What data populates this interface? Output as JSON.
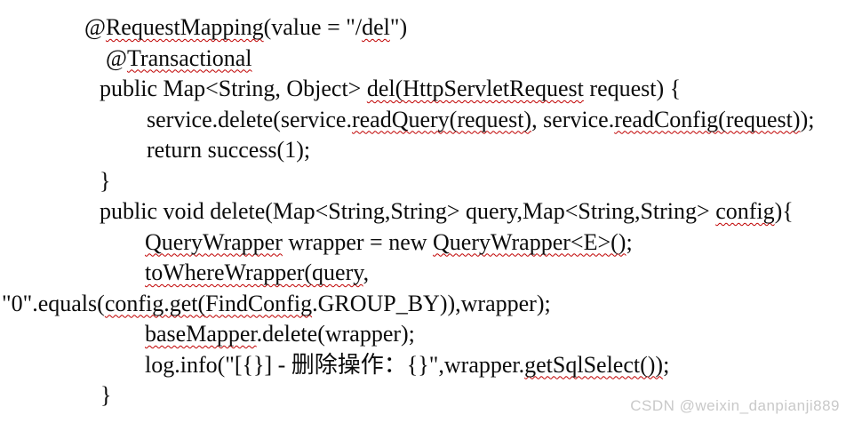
{
  "page": {
    "background_color": "#ffffff",
    "text_color": "#0b0b0b",
    "squiggle_color": "#c00000"
  },
  "watermark": {
    "text": "CSDN @weixin_danpianji889",
    "color": "#c9c9c9"
  },
  "code": {
    "language": "java",
    "lines": [
      {
        "indent": 95,
        "segments": [
          {
            "text": "@"
          },
          {
            "text": "RequestMapping",
            "misspelled": true
          },
          {
            "text": "(value = \"/"
          },
          {
            "text": "del",
            "misspelled": true
          },
          {
            "text": "\")"
          }
        ]
      },
      {
        "indent": 119,
        "segments": [
          {
            "text": "@"
          },
          {
            "text": "Transactional",
            "misspelled": true
          }
        ]
      },
      {
        "indent": 112,
        "segments": [
          {
            "text": "public Map<String, Object> "
          },
          {
            "text": "del(HttpServletRequest",
            "misspelled": true
          },
          {
            "text": " request) {"
          }
        ]
      },
      {
        "indent": 165,
        "segments": [
          {
            "text": "service.delete(service."
          },
          {
            "text": "readQuery(request)",
            "misspelled": true
          },
          {
            "text": ", service."
          },
          {
            "text": "readConfig(request)",
            "misspelled": true
          },
          {
            "text": ");"
          }
        ]
      },
      {
        "indent": 165,
        "segments": [
          {
            "text": "return success(1);"
          }
        ]
      },
      {
        "indent": 112,
        "segments": [
          {
            "text": "}"
          }
        ]
      },
      {
        "indent": 112,
        "segments": [
          {
            "text": "public void delete(Map<String,String> query,Map<String,String> "
          },
          {
            "text": "config",
            "misspelled": true
          },
          {
            "text": "){"
          }
        ]
      },
      {
        "indent": 163,
        "segments": [
          {
            "text": "QueryWrapper",
            "misspelled": true
          },
          {
            "text": " wrapper = new "
          },
          {
            "text": "QueryWrapper<E>()",
            "misspelled": true
          },
          {
            "text": ";"
          }
        ]
      },
      {
        "indent": 163,
        "segments": [
          {
            "text": "toWhereWrapper(query",
            "misspelled": true
          },
          {
            "text": ","
          }
        ]
      },
      {
        "indent": 2,
        "segments": [
          {
            "text": "\"0\".equals("
          },
          {
            "text": "config.get(",
            "misspelled": true
          },
          {
            "text": "FindConfig",
            "misspelled": true
          },
          {
            "text": ".GROUP_BY)),wrapper);"
          }
        ]
      },
      {
        "indent": 163,
        "segments": [
          {
            "text": "baseMapper",
            "misspelled": true
          },
          {
            "text": ".delete(wrapper);"
          }
        ]
      },
      {
        "indent": 163,
        "segments": [
          {
            "text": "log.info(\"[{}] - 删除操作：{}\",wrapper."
          },
          {
            "text": "getSqlSelect())",
            "misspelled": true
          },
          {
            "text": ";"
          }
        ]
      },
      {
        "indent": 113,
        "segments": [
          {
            "text": "}"
          }
        ]
      }
    ]
  }
}
